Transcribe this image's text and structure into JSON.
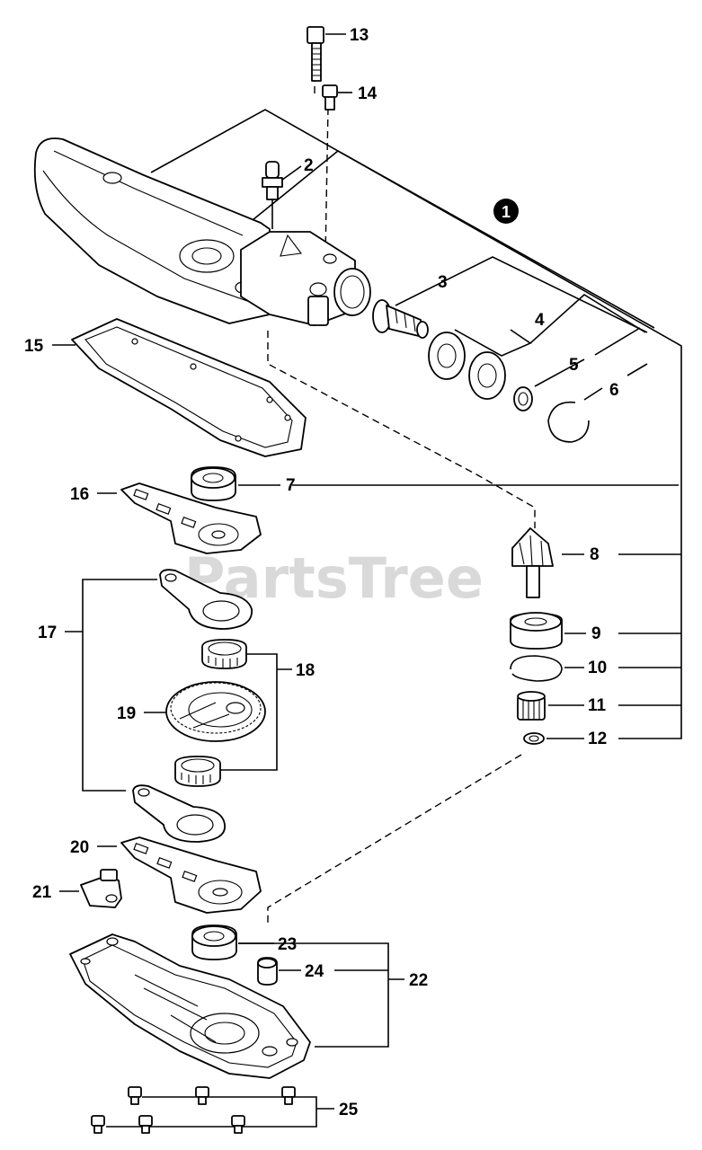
{
  "diagram": {
    "watermark": "PartsTree",
    "assembly_callout": "1",
    "callouts": [
      "2",
      "3",
      "4",
      "5",
      "6",
      "7",
      "8",
      "9",
      "10",
      "11",
      "12",
      "13",
      "14",
      "15",
      "16",
      "17",
      "18",
      "19",
      "20",
      "21",
      "22",
      "23",
      "24",
      "25"
    ]
  }
}
